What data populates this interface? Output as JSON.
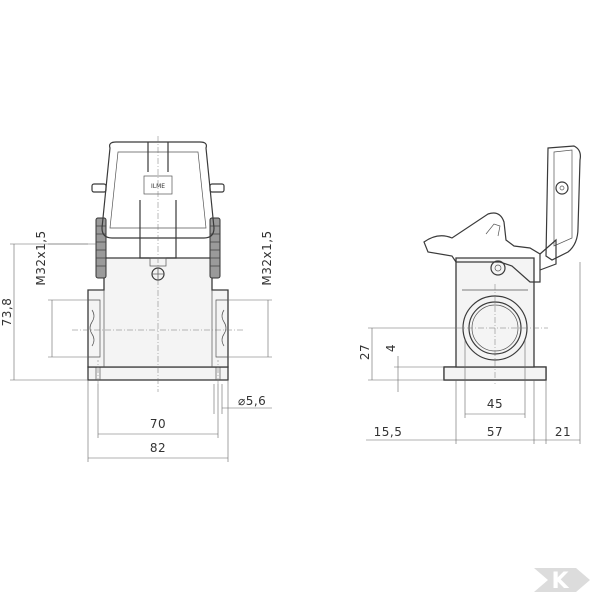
{
  "front_view": {
    "dimensions": {
      "thread_left": "M32x1,5",
      "thread_right": "M32x1,5",
      "height": "73,8",
      "hole_spacing": "70",
      "overall_width": "82",
      "hole_diameter": "⌀5,6"
    },
    "latch_marking": "ILME"
  },
  "side_view": {
    "dimensions": {
      "base_height": "27",
      "base_thickness": "4",
      "bore": "45",
      "left_offset": "15,5",
      "base_length": "57",
      "right_offset": "21"
    }
  },
  "watermark": {
    "logo_letter": "K"
  }
}
